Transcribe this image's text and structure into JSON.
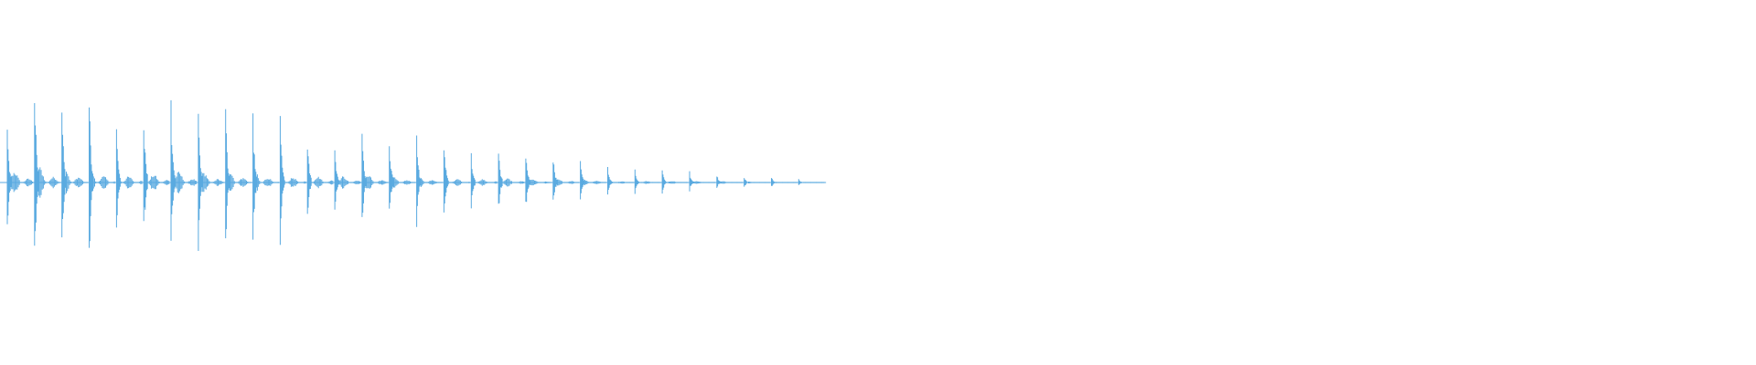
{
  "waveform": {
    "color": "#5aaae0",
    "background": "#ffffff",
    "duration_fraction_shown": 0.48,
    "num_strokes": 30,
    "stroke_amplitudes": [
      0.42,
      0.82,
      0.67,
      0.76,
      0.42,
      0.56,
      0.62,
      0.53,
      0.57,
      0.52,
      0.46,
      0.37,
      0.32,
      0.41,
      0.35,
      0.35,
      0.35,
      0.21,
      0.27,
      0.24,
      0.2,
      0.16,
      0.13,
      0.11,
      0.1,
      0.08,
      0.06,
      0.05,
      0.04,
      0.03
    ],
    "sustain_amplitudes": [
      0.1,
      0.12,
      0.1,
      0.1,
      0.08,
      0.09,
      0.1,
      0.08,
      0.09,
      0.08,
      0.07,
      0.07,
      0.06,
      0.06,
      0.05,
      0.05,
      0.05,
      0.04,
      0.04,
      0.03,
      0.03,
      0.03,
      0.02,
      0.02,
      0.02,
      0.015,
      0.012,
      0.01,
      0.008,
      0.005
    ]
  }
}
